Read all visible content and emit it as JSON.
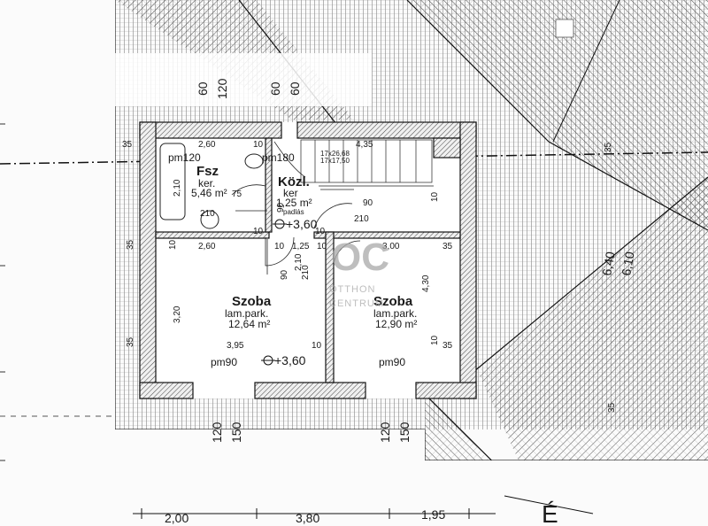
{
  "plan": {
    "rooms": [
      {
        "id": "fsz",
        "name": "Fsz",
        "floor": "ker.",
        "area": "5,46 m²"
      },
      {
        "id": "kozl",
        "name": "Közl.",
        "floor": "ker",
        "area": "1,25 m²"
      },
      {
        "id": "szoba1",
        "name": "Szoba",
        "floor": "lam.park.",
        "area": "12,64 m²"
      },
      {
        "id": "szoba2",
        "name": "Szoba",
        "floor": "lam.park.",
        "area": "12,90 m²"
      }
    ],
    "levels": {
      "upper": "+3,60",
      "lower": "+3,60"
    },
    "sill_labels": [
      "pm120",
      "pm180",
      "pm90",
      "pm90"
    ],
    "small_notes": {
      "padlas": "padlás",
      "stair": "17x26,68",
      "stair2": "17x17,50",
      "fsz_75": "75",
      "fsz_dim": "2,10"
    },
    "dims_inner": [
      "2,60",
      "10",
      "4,35",
      "10",
      "3,00",
      "35",
      "10",
      "35",
      "2,60",
      "10",
      "1,25",
      "10",
      "3,95",
      "10",
      "90",
      "210",
      "210",
      "90",
      "2,10",
      "3,20",
      "4,30",
      "10",
      "210",
      "90",
      "10",
      "10",
      "35",
      "35"
    ],
    "dims_outer": {
      "top_left": [
        "60",
        "120"
      ],
      "top_right": [
        "60",
        "60"
      ],
      "bottom_left": [
        "120",
        "150"
      ],
      "bottom_right": [
        "120",
        "150"
      ],
      "bottom_chain": [
        "2,00",
        "3,80",
        "1,95"
      ],
      "right_diag": [
        "6,40",
        "6,10"
      ],
      "roof_35": [
        "35",
        "35",
        "35"
      ]
    },
    "compass": "É"
  },
  "watermark": {
    "logo": "OC",
    "line1": "OTTHON",
    "line2": "CENTRUM"
  }
}
